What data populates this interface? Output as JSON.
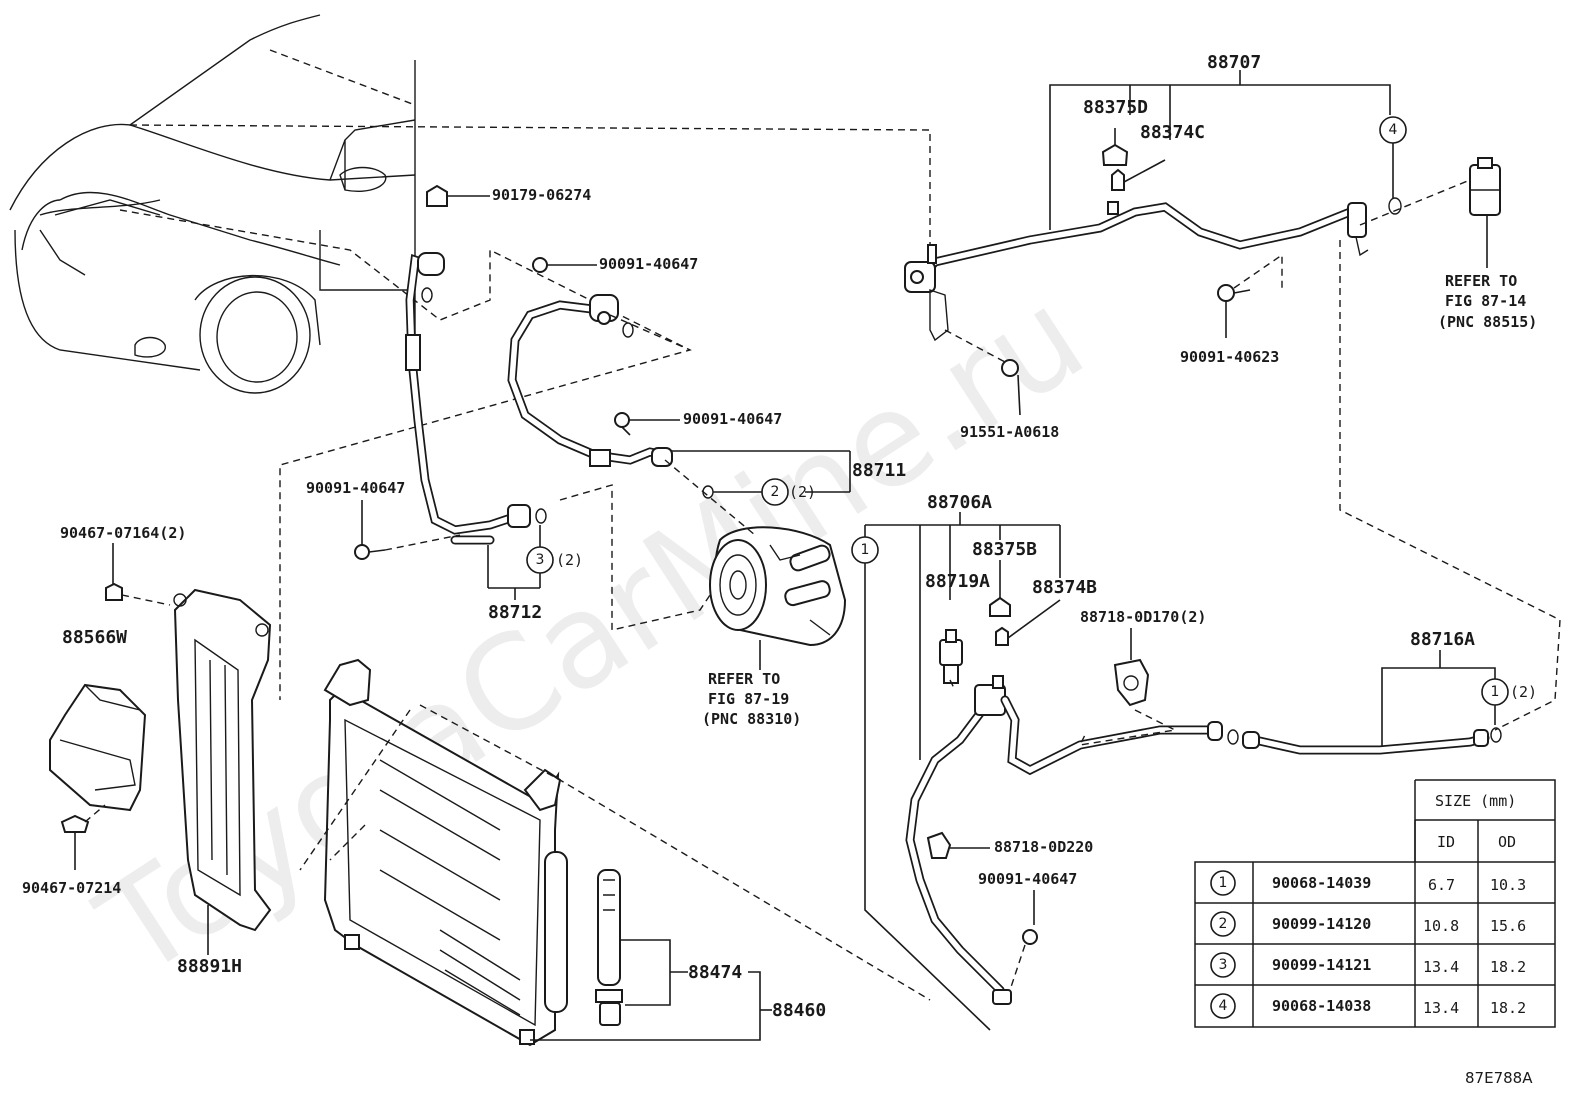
{
  "watermark": "ToyotaCarMine.ru",
  "figure_code": "87E788A",
  "labels": {
    "p88707": "88707",
    "p88375D": "88375D",
    "p88374C": "88374C",
    "p90179": "90179-06274",
    "p90091a": "90091-40647",
    "p90091b": "90091-40647",
    "p90091c": "90091-40647",
    "p90091d": "90091-40647",
    "p90091_40623": "90091-40623",
    "p91551": "91551-A0618",
    "p88711": "88711",
    "p88712": "88712",
    "p88706A": "88706A",
    "p88375B": "88375B",
    "p88719A": "88719A",
    "p88374B": "88374B",
    "p88718_0D170": "88718-0D170(2)",
    "p88716A": "88716A",
    "p90467_07164": "90467-07164(2)",
    "p88566W": "88566W",
    "p90467_07214": "90467-07214",
    "p88891H": "88891H",
    "p88474": "88474",
    "p88460": "88460",
    "p88718_0D220": "88718-0D220",
    "qty2a": "(2)",
    "qty2b": "(2)",
    "qty2c": "(2)"
  },
  "refs": {
    "r1": [
      "REFER TO",
      "FIG 87-14",
      "(PNC 88515)"
    ],
    "r2": [
      "REFER TO",
      "FIG 87-19",
      "(PNC 88310)"
    ]
  },
  "callouts": {
    "c4": "4",
    "c2": "2",
    "c3": "3",
    "c1a": "1",
    "c1b": "1"
  },
  "size_table": {
    "header": "SIZE (mm)",
    "col_id": "ID",
    "col_od": "OD",
    "rows": [
      {
        "ref": "1",
        "part": "90068-14039",
        "id": "6.7",
        "od": "10.3"
      },
      {
        "ref": "2",
        "part": "90099-14120",
        "id": "10.8",
        "od": "15.6"
      },
      {
        "ref": "3",
        "part": "90099-14121",
        "id": "13.4",
        "od": "18.2"
      },
      {
        "ref": "4",
        "part": "90068-14038",
        "id": "13.4",
        "od": "18.2"
      }
    ]
  }
}
